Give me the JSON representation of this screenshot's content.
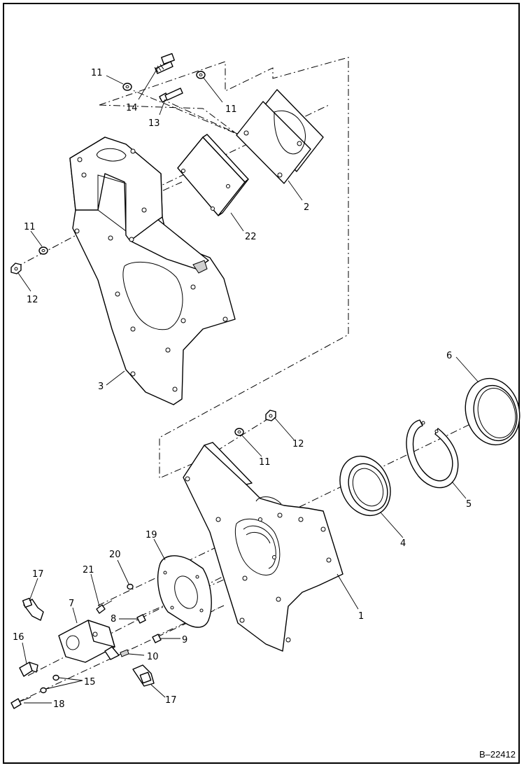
{
  "drawing": {
    "reference_code": "B–22412",
    "callouts": {
      "c1": "1",
      "c2": "2",
      "c3": "3",
      "c4": "4",
      "c5": "5",
      "c6": "6",
      "c7": "7",
      "c8": "8",
      "c9": "9",
      "c10": "10",
      "c11a": "11",
      "c11b": "11",
      "c11c": "11",
      "c11d": "11",
      "c12a": "12",
      "c12b": "12",
      "c13": "13",
      "c14": "14",
      "c15": "15",
      "c16": "16",
      "c17a": "17",
      "c17b": "17",
      "c18": "18",
      "c19": "19",
      "c20": "20",
      "c21": "21",
      "c22": "22"
    }
  }
}
